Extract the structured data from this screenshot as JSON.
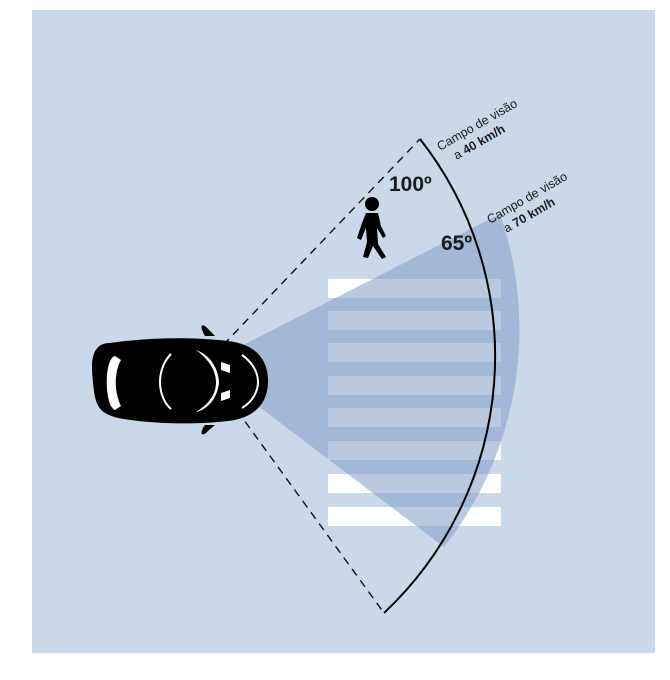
{
  "background_color": "#c9d9ea",
  "cone_color": "#97b3d4",
  "stripe_color": "#ffffff",
  "ink_color": "#000000",
  "angles": {
    "wide": "100º",
    "narrow": "65º"
  },
  "labels": {
    "speed_40": {
      "line1": "Campo de visão",
      "prefix": "a ",
      "speed": "40 km/h"
    },
    "speed_70": {
      "line1": "Campo de visão",
      "prefix": "a ",
      "speed": "70 km/h"
    }
  },
  "icons": {
    "car": "car-top-view-icon",
    "pedestrian": "pedestrian-icon"
  }
}
